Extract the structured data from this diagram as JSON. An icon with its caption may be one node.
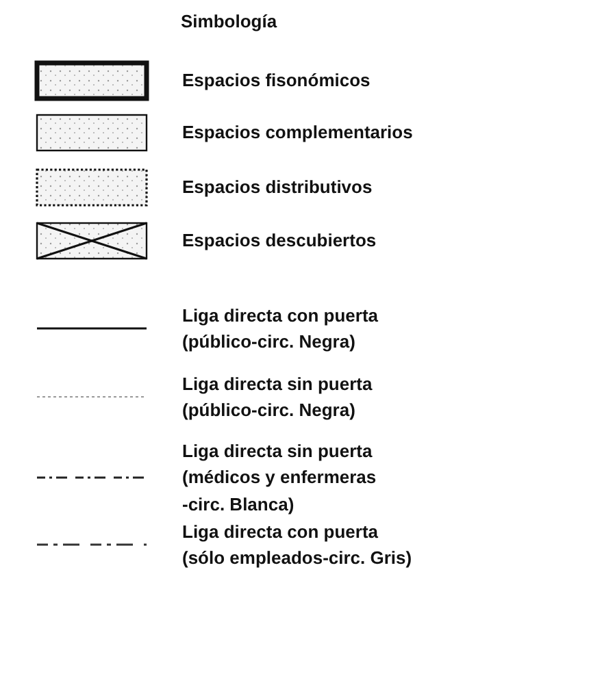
{
  "diagram": {
    "title": "Simbología",
    "legend": [
      {
        "text": "Espacios fisonómicos"
      },
      {
        "text": "Espacios complementarios"
      },
      {
        "text": "Espacios distributivos"
      },
      {
        "text": "Espacios descubiertos"
      },
      {
        "text": "Liga directa con puerta (público-circ. Negra)"
      },
      {
        "text": "Liga directa sin puerta (público-circ. Negra)"
      },
      {
        "text": "Liga directa sin puerta (médicos y enfermeras -circ. Blanca)"
      },
      {
        "text": "Liga directa con puerta (sólo empleados-circ. Gris)"
      }
    ]
  }
}
